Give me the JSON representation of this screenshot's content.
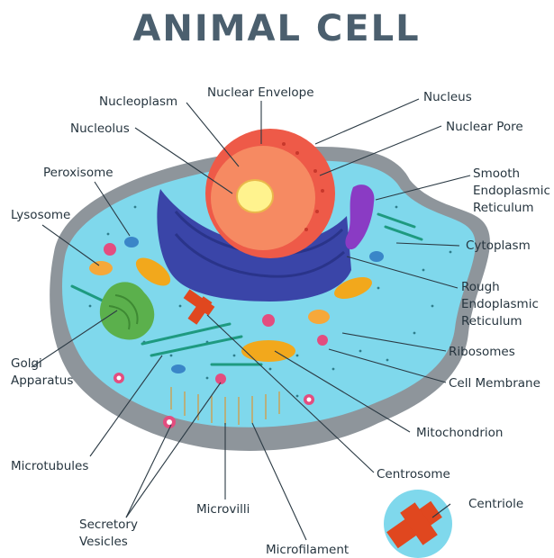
{
  "title": "ANIMAL CELL",
  "labels": {
    "nuclear_envelope": "Nuclear Envelope",
    "nucleoplasm": "Nucleoplasm",
    "nucleus": "Nucleus",
    "nucleolus": "Nucleolus",
    "nuclear_pore": "Nuclear Pore",
    "peroxisome": "Peroxisome",
    "smooth_er": [
      "Smooth",
      "Endoplasmic",
      "Reticulum"
    ],
    "lysosome": "Lysosome",
    "cytoplasm": "Cytoplasm",
    "rough_er": [
      "Rough",
      "Endoplasmic",
      "Reticulum"
    ],
    "ribosomes": "Ribosomes",
    "golgi": [
      "Golgi",
      "Apparatus"
    ],
    "cell_membrane": "Cell Membrane",
    "mitochondrion": "Mitochondrion",
    "microtubules": "Microtubules",
    "centrosome": "Centrosome",
    "centriole": "Centriole",
    "microvilli": "Microvilli",
    "secretory_vesicles": [
      "Secretory",
      "Vesicles"
    ],
    "microfilament": "Microfilament"
  },
  "colors": {
    "title": "#4b5f6e",
    "membrane": "#8e959b",
    "cytoplasm": "#7fd8ec",
    "nucleus_outer": "#ee5a48",
    "nucleoplasm": "#f68a62",
    "nucleolus": "#fff38e",
    "rough_er": "#3a45a8",
    "smooth_er": "#8a3bc4",
    "golgi": "#5bb04c",
    "mitochondrion": "#f2a81c",
    "centrosome": "#e0471f",
    "lysosome": "#f6a83a",
    "vesicle": "#e34d7f",
    "peroxisome": "#3a86c8",
    "microtubule": "#1e9a80"
  }
}
